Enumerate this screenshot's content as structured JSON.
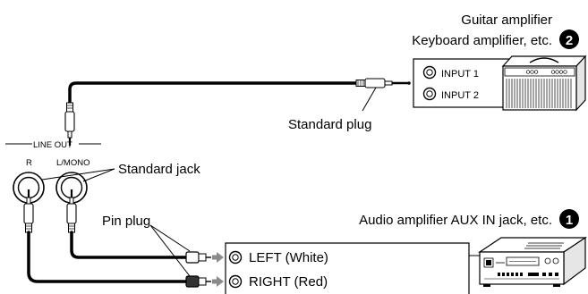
{
  "labels": {
    "guitar_amp": "Guitar amplifier",
    "keyboard_amp": "Keyboard amplifier, etc.",
    "marker_2": "2",
    "input_1": "INPUT 1",
    "input_2": "INPUT 2",
    "standard_plug": "Standard plug",
    "line_out": "LINE OUT",
    "jack_r": "R",
    "jack_l_mono": "L/MONO",
    "standard_jack": "Standard jack",
    "pin_plug": "Pin plug",
    "audio_amp": "Audio amplifier AUX IN jack, etc.",
    "marker_1": "1",
    "left_white": "LEFT (White)",
    "right_red": "RIGHT (Red)"
  }
}
